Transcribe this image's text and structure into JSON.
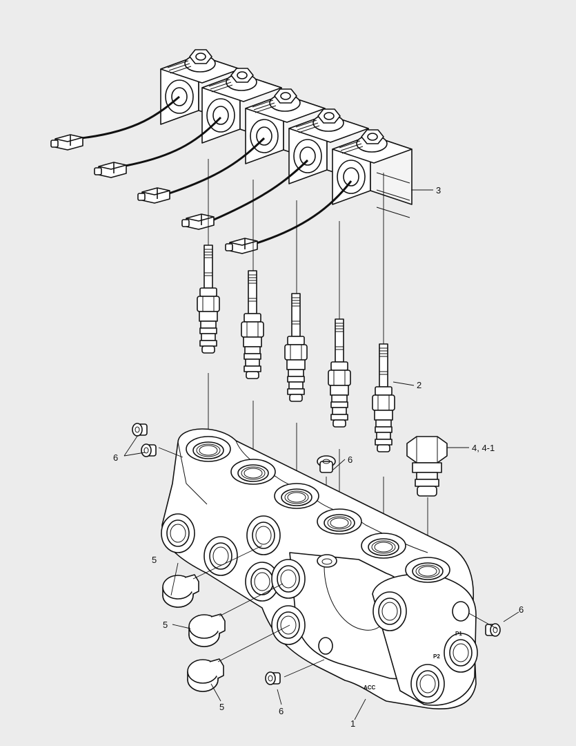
{
  "callouts": {
    "body": "1",
    "cartridge": "2",
    "solenoid": "3",
    "relief_valve": "4, 4-1",
    "plug_small_top_left": "6",
    "plug_small_center": "6",
    "plug_small_right": "6",
    "plug_small_bottom": "6",
    "plug_large_1": "5",
    "plug_large_2": "5",
    "plug_large_3": "5"
  },
  "port_labels": {
    "p1": "P1",
    "p2": "P2",
    "acc": "ACC"
  },
  "colors": {
    "background": "#ececec",
    "line": "#111111",
    "fill": "#ffffff"
  }
}
